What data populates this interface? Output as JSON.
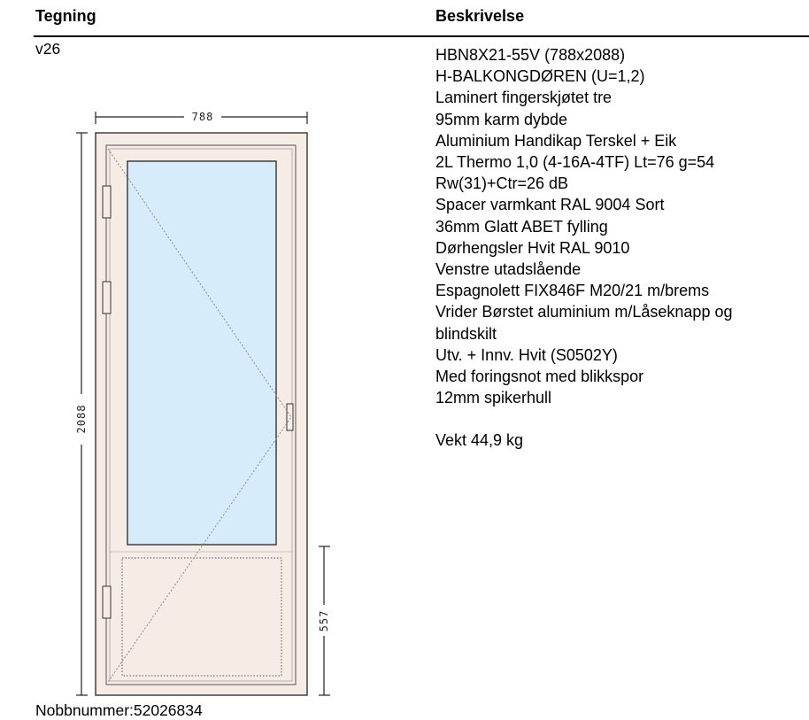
{
  "header": {
    "drawing_label": "Tegning",
    "description_label": "Beskrivelse"
  },
  "version": "v26",
  "drawing": {
    "width_dim": "788",
    "height_dim": "2088",
    "panel_dim": "557",
    "frame_color": "#f5ece6",
    "glass_color": "#d6ecfa"
  },
  "description": {
    "lines": [
      "HBN8X21-55V (788x2088)",
      "H-BALKONGDØREN (U=1,2)",
      "Laminert fingerskjøtet tre",
      "95mm karm dybde",
      "Aluminium Handikap Terskel + Eik",
      "2L Thermo 1,0 (4-16A-4TF) Lt=76 g=54",
      "Rw(31)+Ctr=26 dB",
      "Spacer varmkant RAL 9004 Sort",
      "36mm Glatt ABET fylling",
      "Dørhengsler Hvit RAL 9010",
      "Venstre utadslående",
      "Espagnolett FIX846F M20/21 m/brems",
      "Vrider Børstet aluminium m/Låseknapp og",
      "blindskilt",
      "Utv. + Innv. Hvit (S0502Y)",
      "Med foringsnot med blikkspor",
      "12mm spikerhull"
    ],
    "weight": "Vekt 44,9 kg"
  },
  "job_number": "Nobbnummer:52026834"
}
